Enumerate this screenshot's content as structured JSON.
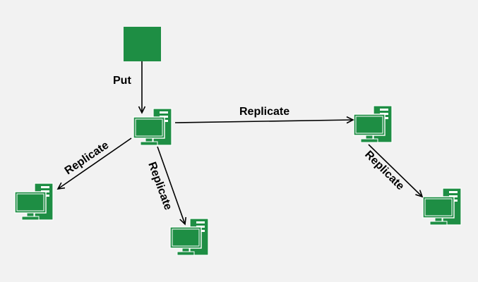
{
  "colors": {
    "node_fill": "#1e8e44",
    "screen_fill": "#1e8e44",
    "outline": "#ffffff",
    "edge": "#000000",
    "background": "#f2f2f2"
  },
  "nodes": {
    "source": {
      "icon": "square-block"
    },
    "computers": [
      {
        "id": "center",
        "icon": "computer-icon"
      },
      {
        "id": "bottom-left",
        "icon": "computer-icon"
      },
      {
        "id": "bottom-middle",
        "icon": "computer-icon"
      },
      {
        "id": "right",
        "icon": "computer-icon"
      },
      {
        "id": "far-right",
        "icon": "computer-icon"
      }
    ]
  },
  "edges": {
    "put_label": "Put",
    "replicate_center_right": "Replicate",
    "replicate_center_left": "Replicate",
    "replicate_center_down": "Replicate",
    "replicate_right_down": "Replicate"
  }
}
